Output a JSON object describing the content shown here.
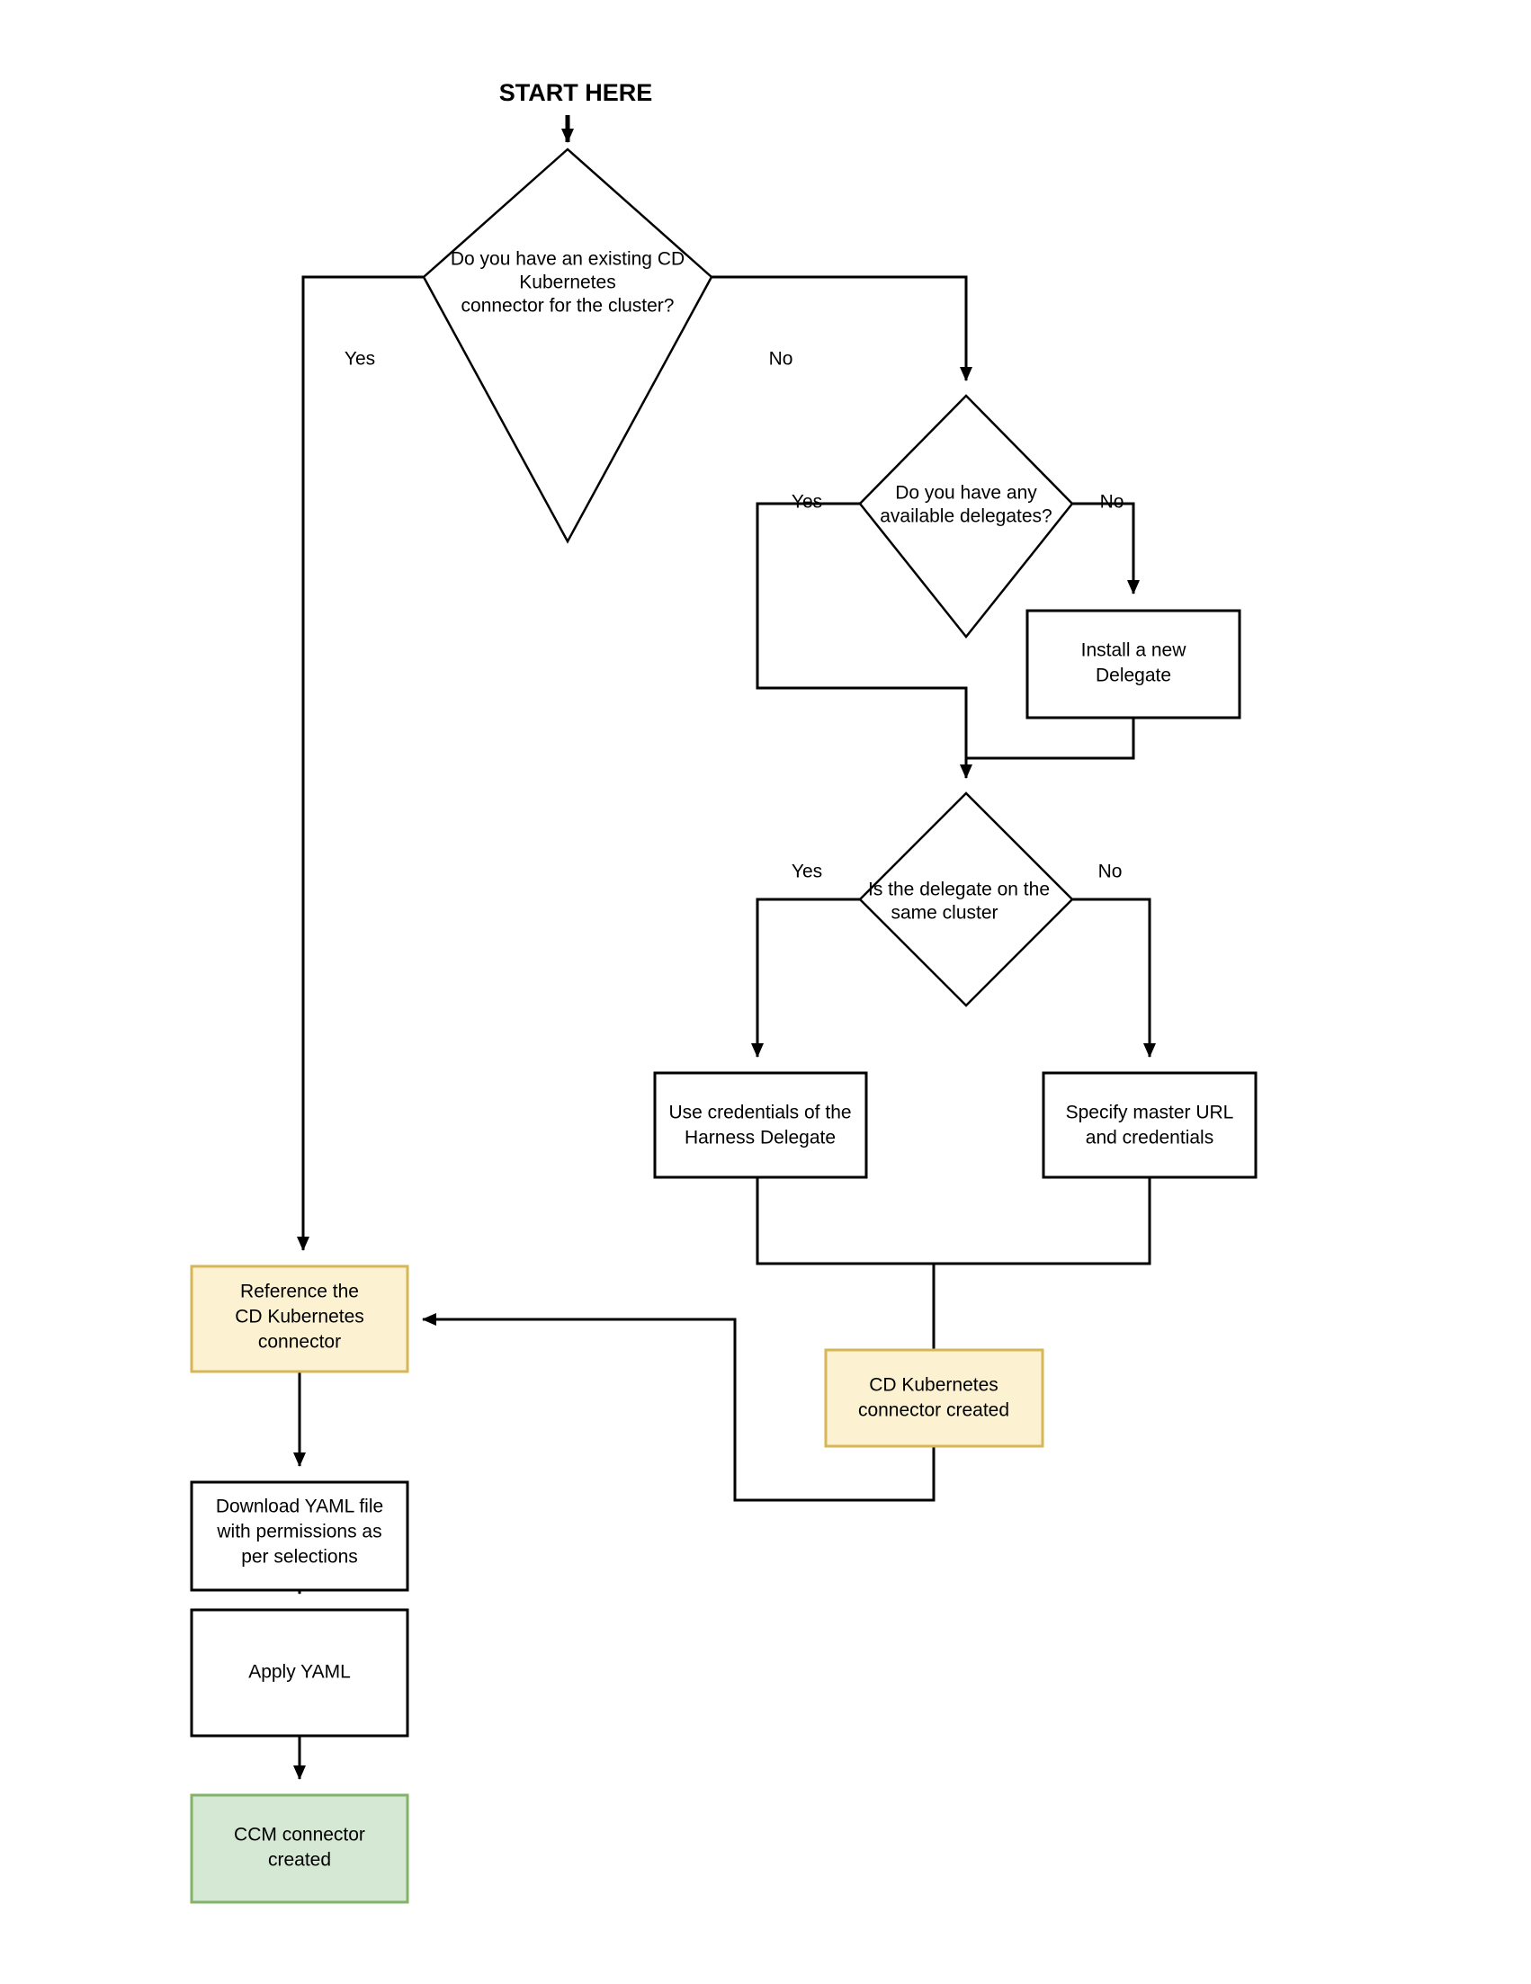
{
  "diagram": {
    "title_label": "START HERE",
    "type": "flowchart",
    "nodes": [
      {
        "id": "start",
        "kind": "label",
        "text": "START HERE"
      },
      {
        "id": "d1",
        "kind": "decision",
        "lines": [
          "Do you have an existing CD",
          "Kubernetes",
          "connector for the cluster?"
        ]
      },
      {
        "id": "d2",
        "kind": "decision",
        "lines": [
          "Do you have any",
          "available delegates?"
        ]
      },
      {
        "id": "p_install",
        "kind": "process",
        "lines": [
          "Install a new",
          "Delegate"
        ]
      },
      {
        "id": "d3",
        "kind": "decision",
        "lines": [
          "Is the delegate on the",
          "same cluster"
        ]
      },
      {
        "id": "p_creds",
        "kind": "process",
        "lines": [
          "Use credentials of the",
          "Harness Delegate"
        ]
      },
      {
        "id": "p_master",
        "kind": "process",
        "lines": [
          "Specify master URL",
          "and credentials"
        ]
      },
      {
        "id": "p_reference",
        "kind": "process-highlight-yellow",
        "lines": [
          "Reference the",
          "CD Kubernetes",
          "connector"
        ]
      },
      {
        "id": "p_created",
        "kind": "process-highlight-yellow",
        "lines": [
          "CD Kubernetes",
          "connector created"
        ]
      },
      {
        "id": "p_download",
        "kind": "process",
        "lines": [
          "Download YAML file",
          "with permissions as",
          "per selections"
        ]
      },
      {
        "id": "p_apply",
        "kind": "process",
        "lines": [
          "Apply YAML"
        ]
      },
      {
        "id": "p_ccm",
        "kind": "process-highlight-green",
        "lines": [
          "CCM connector",
          "created"
        ]
      }
    ],
    "edge_labels": {
      "d1_yes": "Yes",
      "d1_no": "No",
      "d2_yes": "Yes",
      "d2_no": "No",
      "d3_yes": "Yes",
      "d3_no": "No"
    },
    "colors": {
      "highlight_yellow_fill": "#fcf2d2",
      "highlight_yellow_stroke": "#d6b656",
      "highlight_green_fill": "#d5e8d4",
      "highlight_green_stroke": "#82b366",
      "shape_stroke": "#000000",
      "shape_fill": "#ffffff",
      "page_background": "#ffffff"
    }
  }
}
